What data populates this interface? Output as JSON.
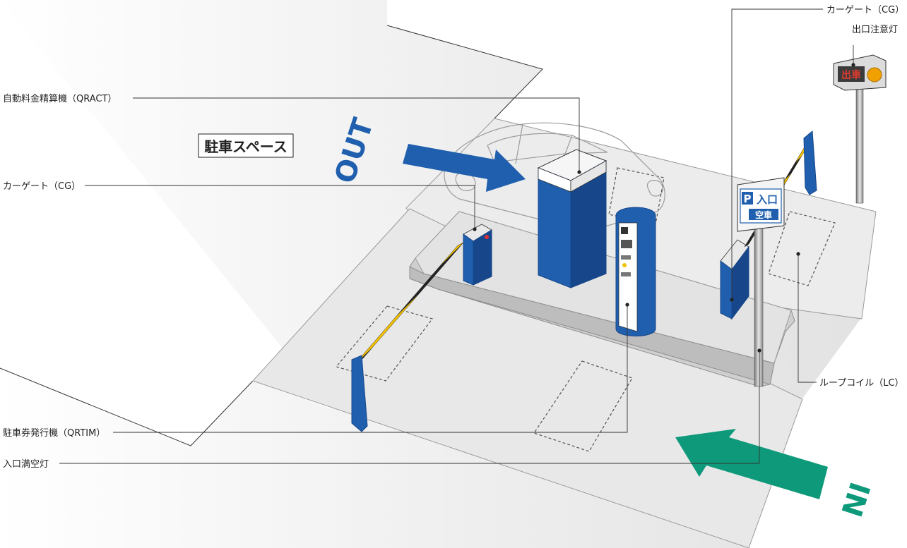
{
  "labels": {
    "qract": "自動料金精算機（QRACT）",
    "cg_left": "カーゲート（CG）",
    "cg_right": "カーゲート（CG）",
    "exit_lamp": "出口注意灯",
    "loop_coil": "ループコイル（LC）",
    "qrtim": "駐車券発行機（QRTIM）",
    "entry_lamp": "入口満空灯"
  },
  "parking_space_label": "駐車スペース",
  "arrows": {
    "out": "OUT",
    "in": "IN"
  },
  "exit_lamp_sign": "出車",
  "entry_sign": {
    "p": "P",
    "entry": "入口",
    "vacancy": "空車"
  },
  "colors": {
    "blue": "#1f5fae",
    "dark_blue": "#17478a",
    "green": "#0e9a7a",
    "floor": "#efefef",
    "island": "#d9d9d9",
    "stripe_yellow": "#f2c200"
  }
}
